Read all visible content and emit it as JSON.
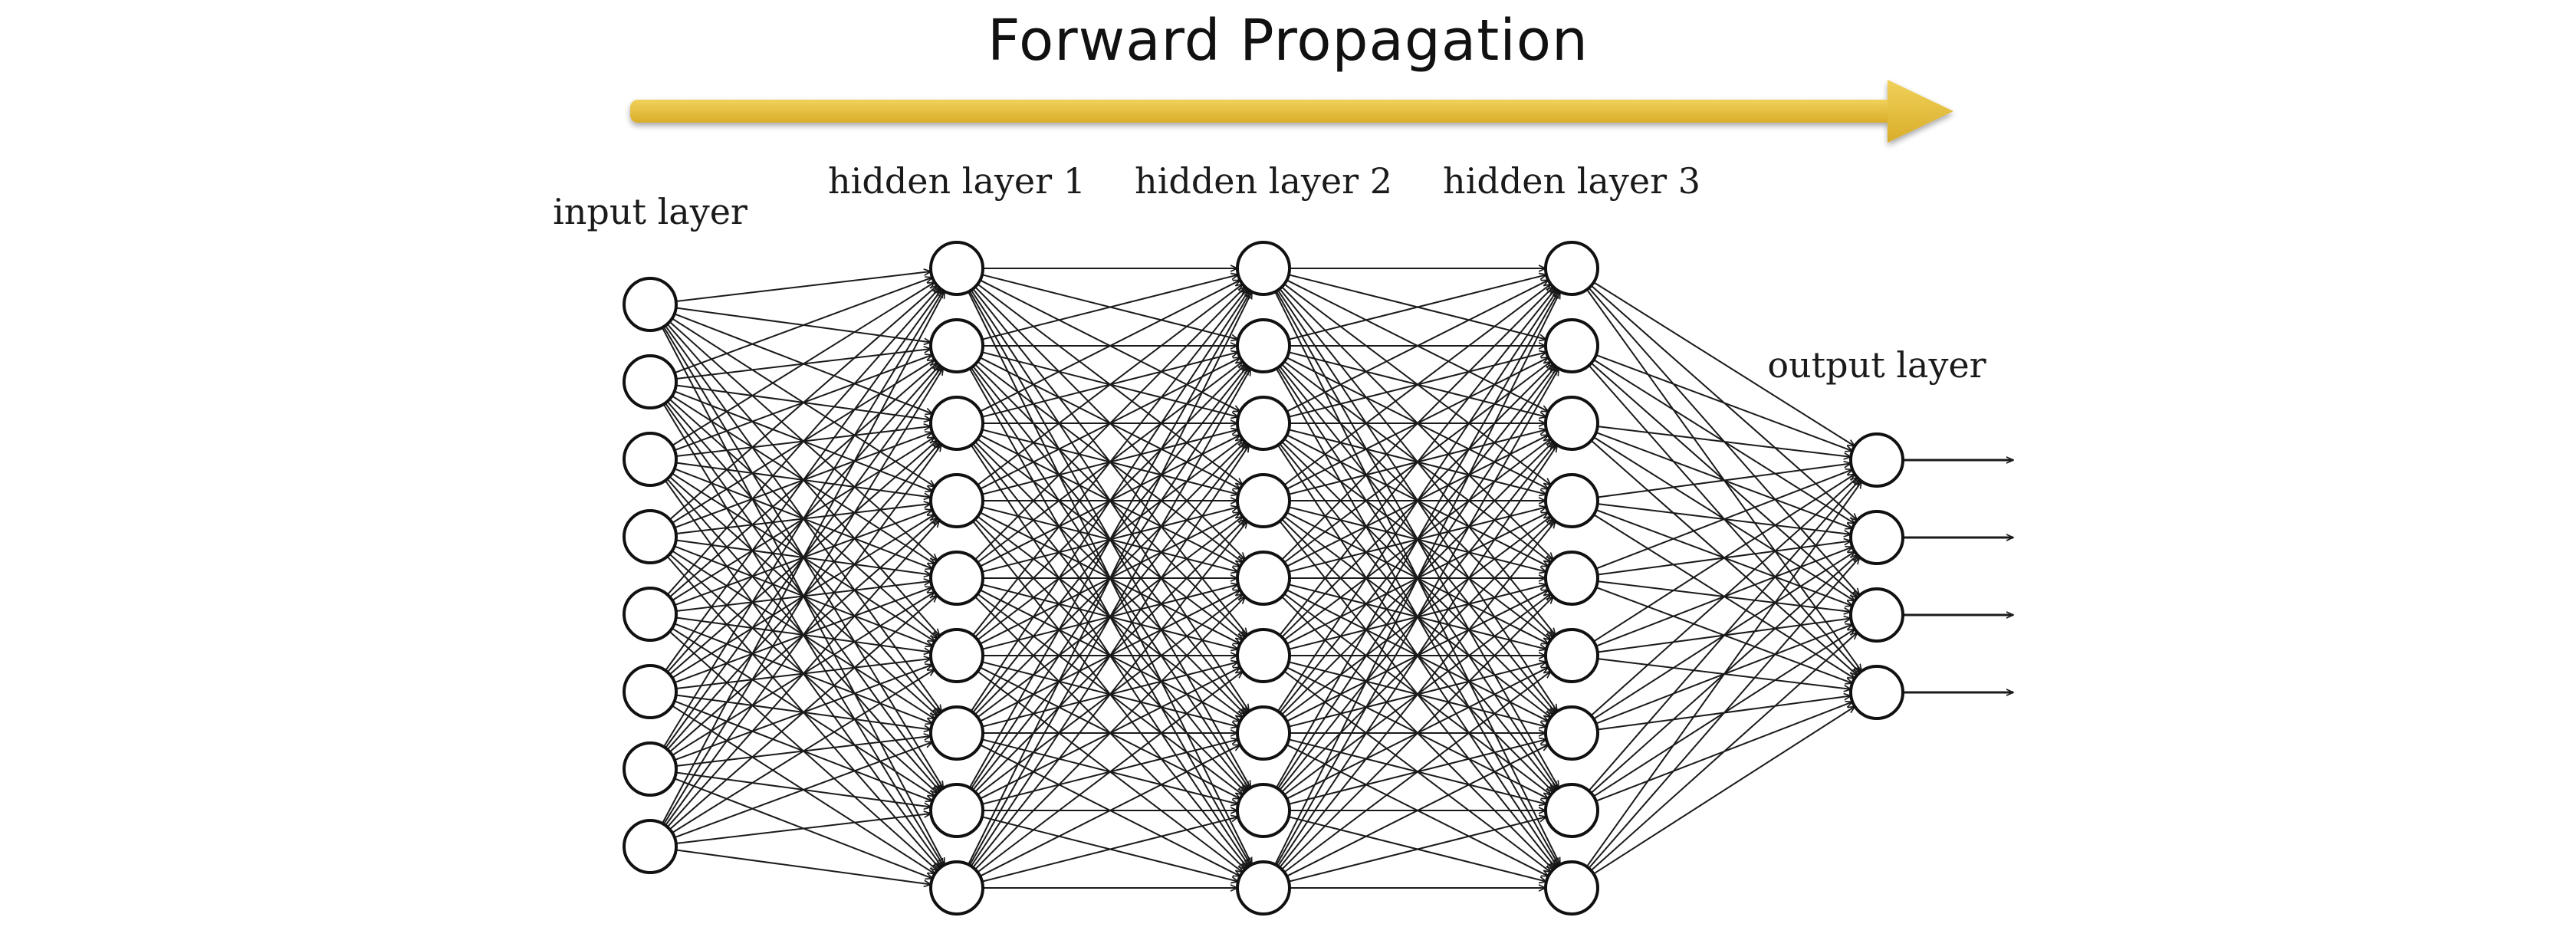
{
  "title": "Forward Propagation",
  "colors": {
    "arrow": "#e8c23a",
    "arrow_shadow": "#c9a020",
    "line": "#1a1a1a",
    "neuron_fill": "#ffffff",
    "neuron_stroke": "#111111"
  },
  "network": {
    "layers": [
      {
        "label": "input layer",
        "neurons": 8
      },
      {
        "label": "hidden layer 1",
        "neurons": 9
      },
      {
        "label": "hidden layer 2",
        "neurons": 9
      },
      {
        "label": "hidden layer 3",
        "neurons": 9
      },
      {
        "label": "output layer",
        "neurons": 4
      }
    ],
    "connectivity": "fully-connected",
    "output_arrows": true
  }
}
